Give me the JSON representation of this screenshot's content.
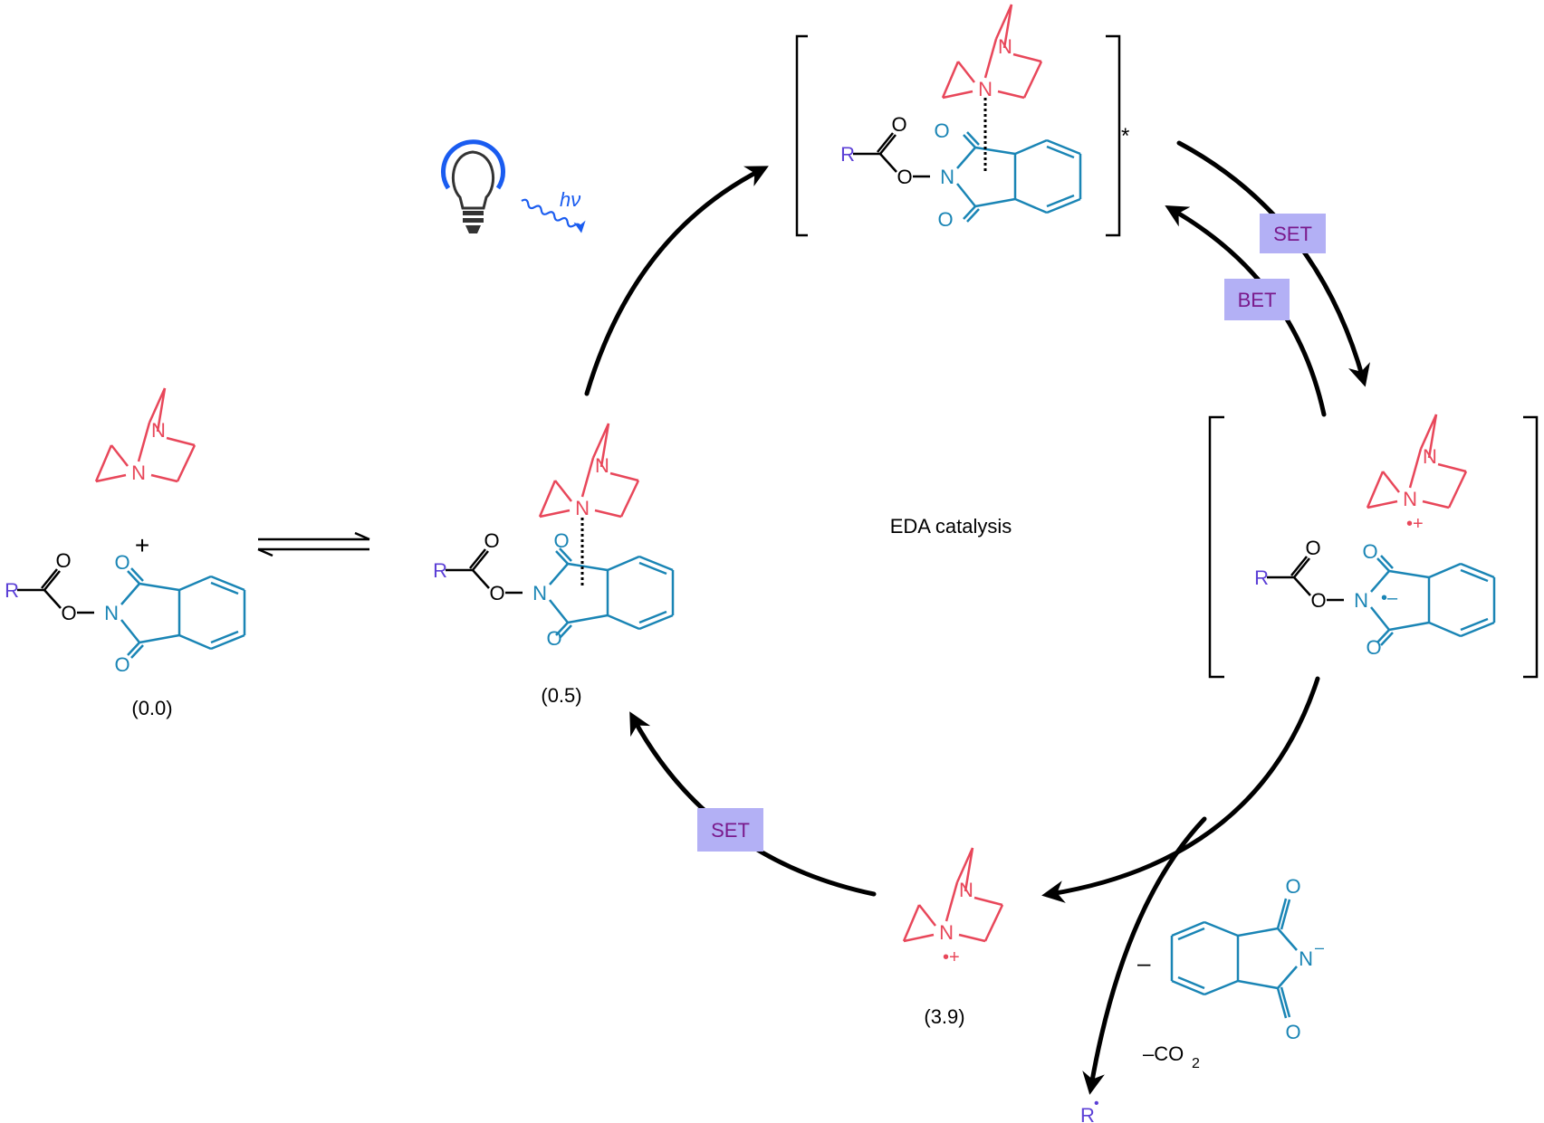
{
  "center_label": "EDA catalysis",
  "values": {
    "free": "(0.0)",
    "complex": "(0.5)",
    "radical_cation": "(3.9)"
  },
  "steps": {
    "set_top": "SET",
    "bet": "BET",
    "set_bottom": "SET"
  },
  "light": "hν",
  "excited_mark": "*",
  "plus": "+",
  "byproduct": {
    "co2": "–CO",
    "co2_sub": "2",
    "minus": "–",
    "anion_charge": "–"
  },
  "radical_product": {
    "label": "R",
    "dot": "•"
  },
  "atoms": {
    "N": "N",
    "O": "O",
    "R": "R"
  },
  "charges": {
    "radical_cation": "•+",
    "radical_anion": "•–"
  },
  "colors": {
    "dabco": "#e8475a",
    "phthalimide": "#1a85b5",
    "r_group": "#5b3fd6",
    "arrow": "#000000",
    "badge_bg": "#b3b0f5",
    "badge_text": "#7a1a8c",
    "light": "#1a5cf0"
  }
}
